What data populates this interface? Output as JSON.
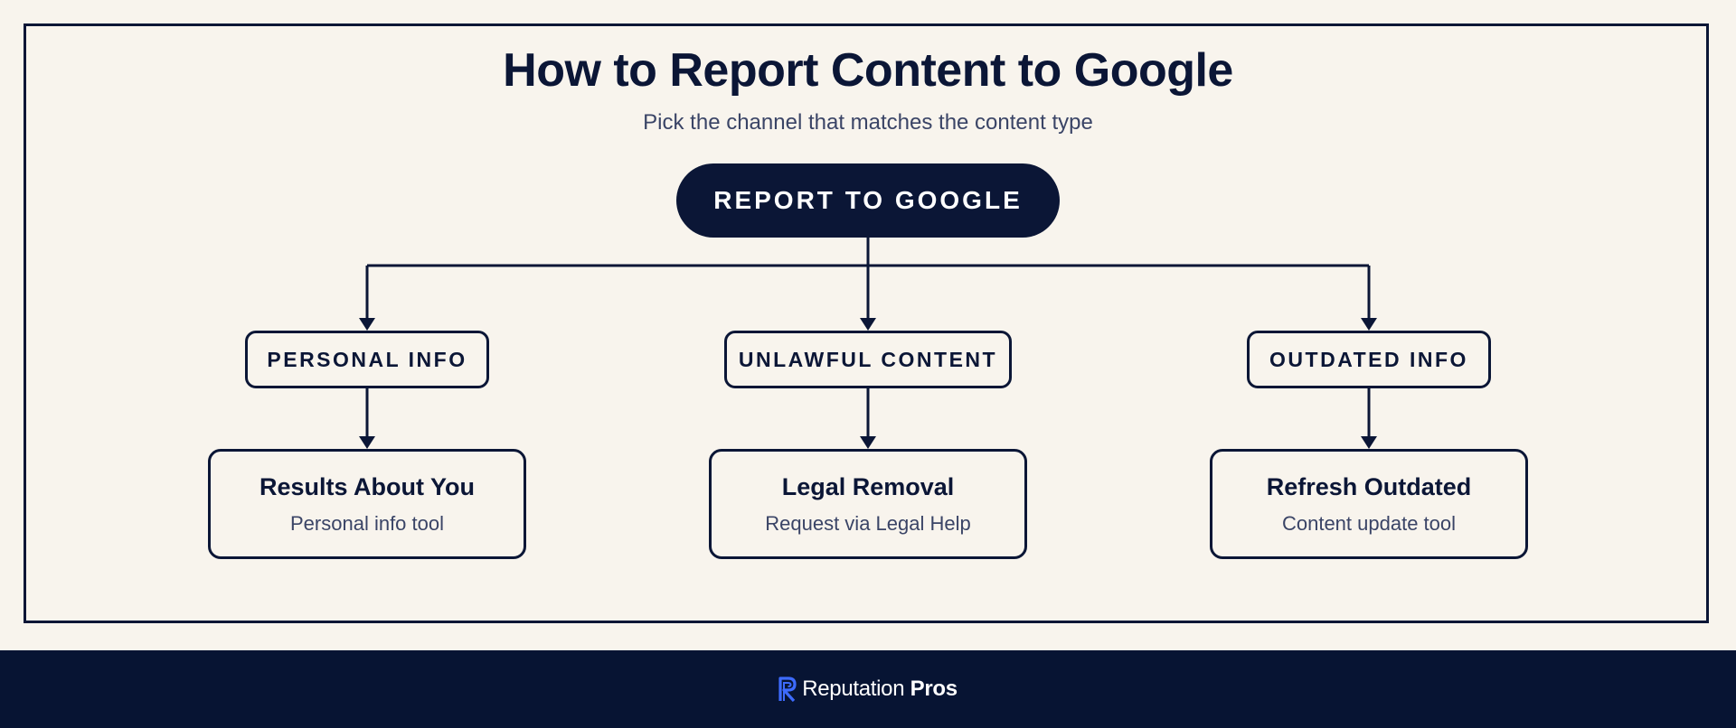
{
  "header": {
    "title": "How to Report Content to Google",
    "subtitle": "Pick the channel that matches the content type"
  },
  "root": {
    "label": "REPORT TO GOOGLE"
  },
  "branches": [
    {
      "category": "PERSONAL INFO",
      "tool_title": "Results About You",
      "tool_desc": "Personal info tool"
    },
    {
      "category": "UNLAWFUL CONTENT",
      "tool_title": "Legal Removal",
      "tool_desc": "Request via Legal Help"
    },
    {
      "category": "OUTDATED INFO",
      "tool_title": "Refresh Outdated",
      "tool_desc": "Content update tool"
    }
  ],
  "footer": {
    "brand_regular": "Reputation",
    "brand_bold": "Pros",
    "logo_icon": "reputation-pros-r-icon"
  },
  "colors": {
    "background": "#f8f4ed",
    "navy": "#0b1636",
    "footer": "#071433",
    "logo_blue": "#3d6bff"
  }
}
